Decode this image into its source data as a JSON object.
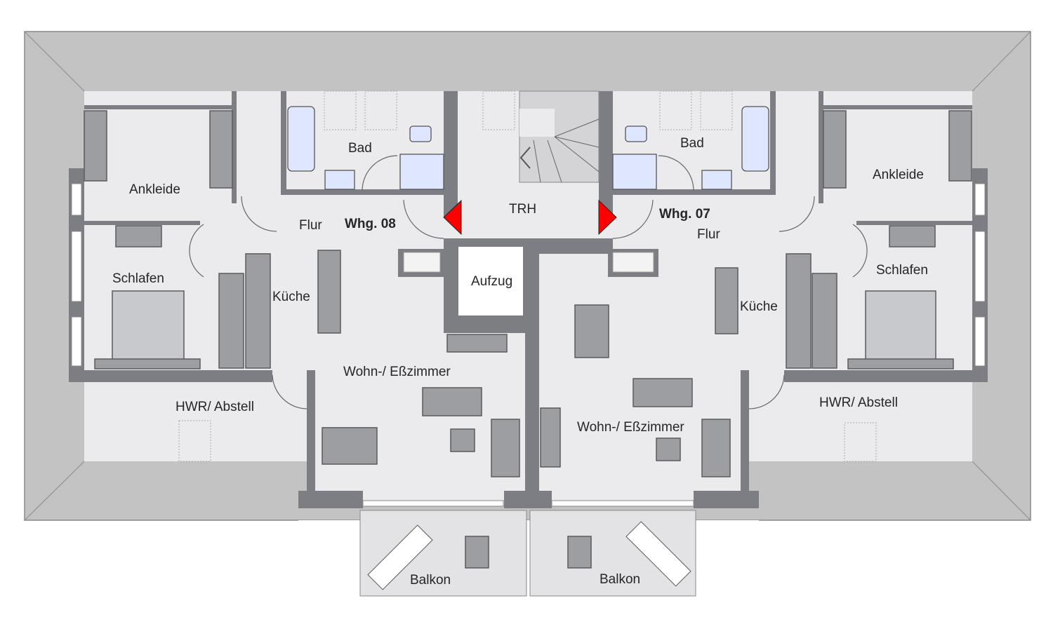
{
  "plan": {
    "apartment_left": {
      "name": "Whg. 08",
      "rooms": {
        "ankleide": "Ankleide",
        "schlafen": "Schlafen",
        "bad": "Bad",
        "flur": "Flur",
        "kueche": "Küche",
        "wohn": "Wohn-/ Eßzimmer",
        "hwr": "HWR/ Abstell",
        "balkon": "Balkon"
      }
    },
    "apartment_right": {
      "name": "Whg. 07",
      "rooms": {
        "ankleide": "Ankleide",
        "schlafen": "Schlafen",
        "bad": "Bad",
        "flur": "Flur",
        "kueche": "Küche",
        "wohn": "Wohn-/ Eßzimmer",
        "hwr": "HWR/ Abstell",
        "balkon": "Balkon"
      }
    },
    "common": {
      "stairwell": "TRH",
      "elevator": "Aufzug"
    },
    "colors": {
      "roof": "#c3c3c3",
      "wall": "#7c7e84",
      "floor": "#ebebed",
      "entrance_marker": "#ff0000"
    }
  }
}
